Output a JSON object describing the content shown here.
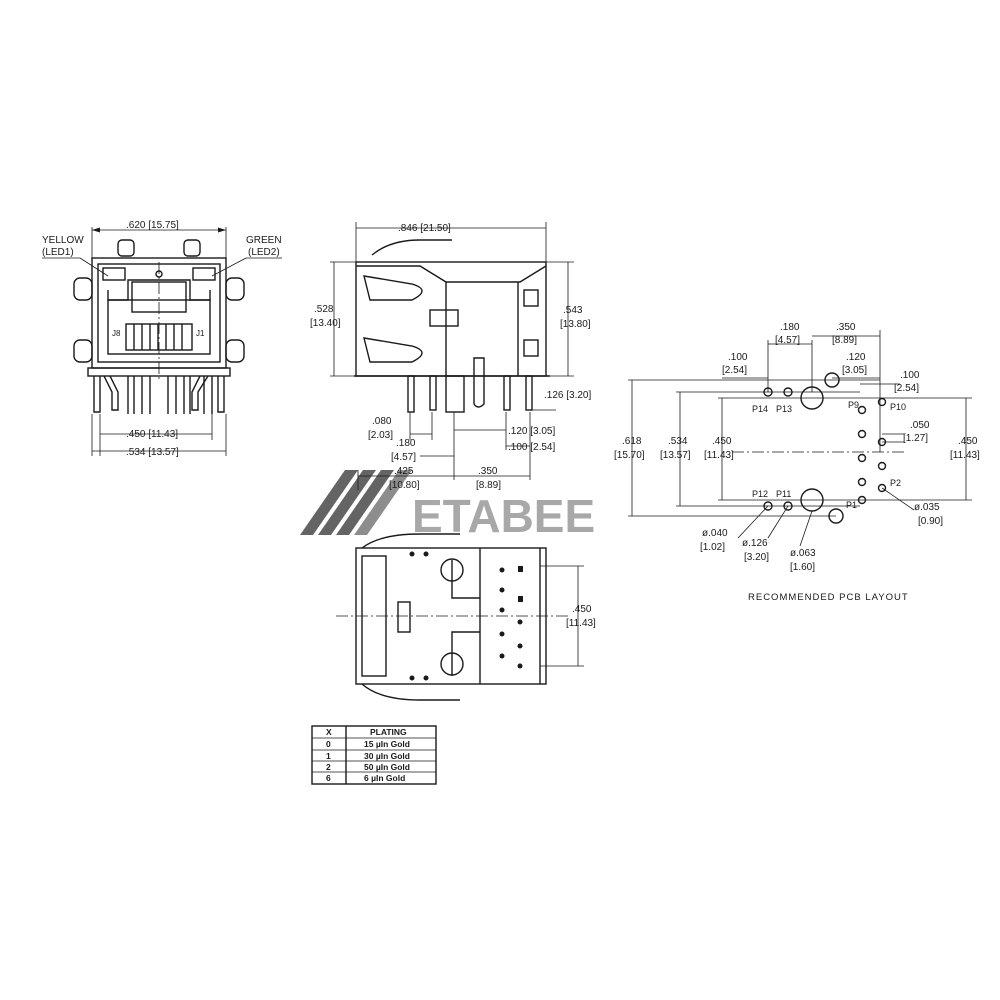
{
  "front_view": {
    "width_dim": ".620 [15.75]",
    "yellow_label": "YELLOW",
    "yellow_led": "(LED1)",
    "green_label": "GREEN",
    "green_led": "(LED2)",
    "j8_label": "J8",
    "j1_label": "J1",
    "pin_span_dim": ".450  [11.43]",
    "post_span_dim": ".534  [13.57]"
  },
  "side_view": {
    "length_dim": ".846  [21.50]",
    "height_left_in": ".528",
    "height_left_mm": "[13.40]",
    "height_right_in": ".543",
    "height_right_mm": "[13.80]",
    "pin_len_dim": ".126  [3.20]",
    "dim_080_in": ".080",
    "dim_080_mm": "[2.03]",
    "dim_180_in": ".180",
    "dim_180_mm": "[4.57]",
    "dim_120": ".120  [3.05]",
    "dim_100": ".100  [2.54]",
    "dim_425_in": ".425",
    "dim_425_mm": "[10.80]",
    "dim_350_in": ".350",
    "dim_350_mm": "[8.89]"
  },
  "bottom_view": {
    "width_in": ".450",
    "width_mm": "[11.43]"
  },
  "pcb_layout": {
    "title": "RECOMMENDED  PCB  LAYOUT",
    "d180_in": ".180",
    "d180_mm": "[4.57]",
    "d350_in": ".350",
    "d350_mm": "[8.89]",
    "d100a_in": ".100",
    "d100a_mm": "[2.54]",
    "d120_in": ".120",
    "d120_mm": "[3.05]",
    "d100b_in": ".100",
    "d100b_mm": "[2.54]",
    "d050_in": ".050",
    "d050_mm": "[1.27]",
    "d618_in": ".618",
    "d618_mm": "[15.70]",
    "d534_in": ".534",
    "d534_mm": "[13.57]",
    "d450l_in": ".450",
    "d450l_mm": "[11.43]",
    "d450r_in": ".450",
    "d450r_mm": "[11.43]",
    "p14": "P14",
    "p13": "P13",
    "p12": "P12",
    "p11": "P11",
    "p9": "P9",
    "p10": "P10",
    "p2": "P2",
    "p1": "P1",
    "dia035_in": "ø.035",
    "dia035_mm": "[0.90]",
    "dia040_in": "ø.040",
    "dia040_mm": "[1.02]",
    "dia126_in": "ø.126",
    "dia126_mm": "[3.20]",
    "dia063_in": "ø.063",
    "dia063_mm": "[1.60]"
  },
  "plating_table": {
    "headers": [
      "X",
      "PLATING"
    ],
    "rows": [
      [
        "0",
        "15 µIn Gold"
      ],
      [
        "1",
        "30 µIn Gold"
      ],
      [
        "2",
        "50 µIn Gold"
      ],
      [
        "6",
        "6 µIn Gold"
      ]
    ]
  },
  "watermark": {
    "text": "ETABEE",
    "colors": {
      "dark": "#4a4a4a",
      "orange": "#f0a878",
      "gray": "#b0b0b0"
    }
  }
}
